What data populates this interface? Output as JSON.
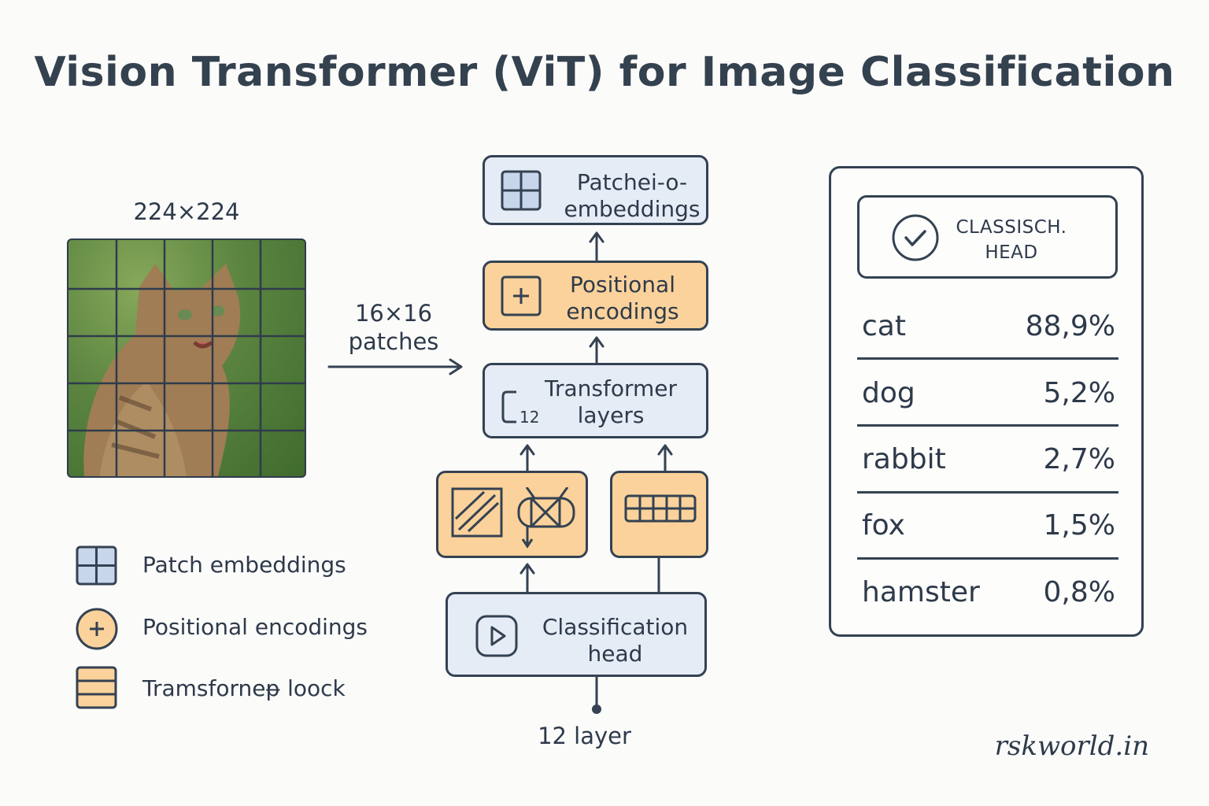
{
  "title": "Vision Transformer (ViT) for Image Classification",
  "input": {
    "size_label": "224×224",
    "patches_label_line1": "16×16",
    "patches_label_line2": "patches"
  },
  "diagram": {
    "patch_embeddings_box": {
      "line1": "Patchei-o-",
      "line2": "embeddings",
      "icon": "grid-icon"
    },
    "positional_box": {
      "line1": "Positional",
      "line2": "encodings",
      "icon": "plus-icon"
    },
    "transformer_box": {
      "line1": "Transformer",
      "line2": "layers",
      "icon_text": "12"
    },
    "classification_box": {
      "line1": "Classification",
      "line2": "head",
      "icon": "play-icon"
    },
    "footer": "12 layer"
  },
  "legend": [
    {
      "label": "Patch embeddings",
      "icon": "grid-icon"
    },
    {
      "label": "Positional encodings",
      "icon": "plus-circle-icon"
    },
    {
      "label": "Tramsforneᵽ loock",
      "icon": "block-icon"
    }
  ],
  "results": {
    "head_line1": "CLASSISCH.",
    "head_line2": "HEAD",
    "rows": [
      {
        "label": "cat",
        "value": "88,9%"
      },
      {
        "label": "dog",
        "value": "5,2%"
      },
      {
        "label": "rabbit",
        "value": "2,7%"
      },
      {
        "label": "fox",
        "value": "1,5%"
      },
      {
        "label": "hamster",
        "value": "0,8%"
      }
    ]
  },
  "watermark": "rskworld.in",
  "colors": {
    "ink": "#344252",
    "blue_fill": "#e6ecf6",
    "orange_fill": "#fbd29b"
  }
}
